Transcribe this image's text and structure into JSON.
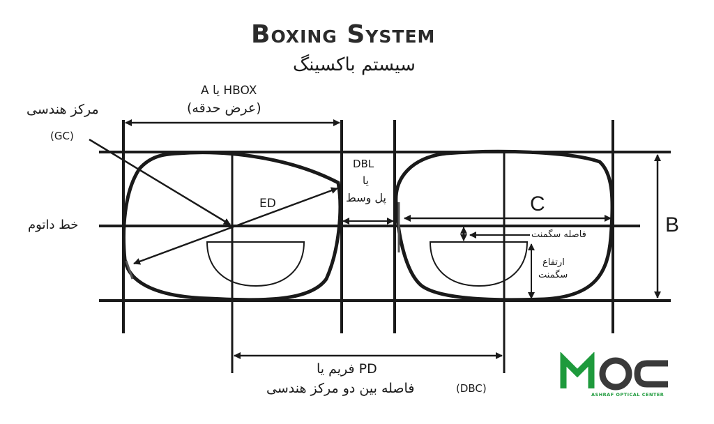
{
  "title": "Boxing System",
  "subtitle": "سیستم باکسینگ",
  "labels": {
    "hbox": "HBOX یا A",
    "hbox_fa": "(عرض حدقه)",
    "gc_fa": "مرکز هندسی",
    "gc": "(GC)",
    "datum_fa": "خط داتوم",
    "ed": "ED",
    "dbl": "DBL",
    "dbl_or": "یا",
    "dbl_fa": "پل وسط",
    "c": "C",
    "b": "B",
    "seg_dist_fa": "فاصله سگمنت",
    "seg_height_fa_1": "ارتفاع",
    "seg_height_fa_2": "سگمنت",
    "pd": "PD فریم یا",
    "dbc_fa": "فاصله بین دو مرکز هندسی",
    "dbc": "(DBC)"
  },
  "logo": {
    "text": "MOC",
    "tagline": "ASHRAF OPTICAL CENTER",
    "colors": {
      "green": "#1e9a3c",
      "dark": "#3a3a3a"
    }
  },
  "colors": {
    "line": "#1a1a1a"
  }
}
